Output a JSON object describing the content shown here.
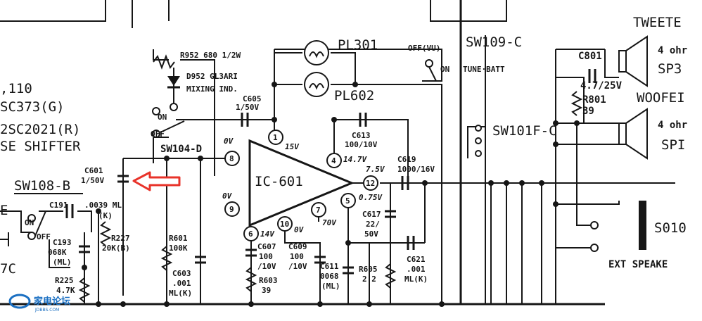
{
  "labels": {
    "tweeter": "TWEETE",
    "ohm1": "4 ohr",
    "sp3": "SP3",
    "woofer": "WOOFEI",
    "ohm2": "4 ohr",
    "sp1": "SPI",
    "r952": "R952 680 1/2W",
    "d952": "D952 GL3ARI",
    "mixing": "MIXING IND.",
    "on_led": "ON",
    "off_sw": "OFF",
    "sw104d": "SW104-D",
    "c605a": "C605",
    "c605b": "1/50V",
    "pl301": "PL301",
    "pl602": "PL602",
    "off_vu": "OFF(VU)",
    "on_vu": "ON",
    "sw109c": "SW109-C",
    "tune_batt": "TUNE·BATT",
    "c801": "C801",
    "c801v": "4.7/25V",
    "r801": "R801",
    "r801v": "39",
    "sw101f": "SW101F-C",
    "s010": "S010",
    "ext_speaker": "EXT SPEAKE",
    "ic601": "IC-601",
    "pin1": "1",
    "v15": "15V",
    "pin4": "4",
    "v147": "14.7V",
    "pin8": "8",
    "pin8_v": "0V",
    "pin9": "9",
    "pin9_v": "0V",
    "pin6": "6",
    "v14": "14V",
    "pin10": "10",
    "pin10_v": "0V",
    "pin7": "7",
    "v70": "70V",
    "pin5": "5",
    "v075": "0.75V",
    "pin12": "12",
    "v75": "7.5V",
    "c613a": "C613",
    "c613b": "100/10V",
    "c619a": "C619",
    "c619b": "1000/16V",
    "c617a": "C617",
    "c617b": "22/",
    "c617c": "50V",
    "c621a": "C621",
    "c621b": ".001",
    "c621c": "ML(K)",
    "r605a": "R605",
    "r605b": "2.2",
    "c611a": "C611",
    "c611b": "0068",
    "c611c": "(ML)",
    "c609a": "C609",
    "c609b": "100",
    "c609c": "/10V",
    "c607a": "C607",
    "c607b": "100",
    "c607c": "/10V",
    "r603a": "R603",
    "r603b": "39",
    "r601a": "R601",
    "r601b": "100K",
    "c603a": "C603",
    "c603b": ".001",
    "c603c": "ML(K)",
    "c601a": "C601",
    "c601b": "1/50V",
    "sw108b": "SW108-B",
    "c191": "C191",
    "c191v": ".0039 ML",
    "k": "(K)",
    "on_c": "ON",
    "off_c": "OFF",
    "r227a": "R227",
    "r227b": "20K(B)",
    "c193a": "C193",
    "c193b": "068K",
    "c193c": "(ML)",
    "r225a": "R225",
    "r225b": "4.7K",
    "left1": ",110",
    "left2": "SC373(G)",
    "left3": "2SC2021(R)",
    "left4": "SE SHIFTER",
    "left5": "7C",
    "left6": "E",
    "logo": "家电论坛",
    "logo_sub": "JDBBS.COM"
  },
  "colors": {
    "ink": "#161616",
    "arrow": "#e8332a",
    "logo": "#1a6fc2"
  }
}
